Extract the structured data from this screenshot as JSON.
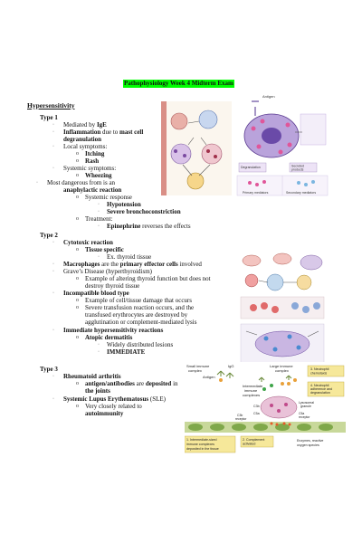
{
  "document": {
    "title": "Pathophysiology Week 4 Midterm Exam",
    "heading": "Hypersensitivity"
  },
  "type1": {
    "label": "Type 1",
    "mediated_pre": "Mediated by ",
    "mediated_b": "IgE",
    "inflammation_b": "Inflammation",
    "inflammation_mid": " due to ",
    "mast_b": "mast cell",
    "degranulation_b": "degranulation",
    "local": "Local symptoms:",
    "itching": "Itching",
    "rash": "Rash",
    "systemic": "Systemic symptoms:",
    "wheezing": "Wheezing",
    "dangerous": "Most dangerous from is an",
    "anaphylactic": "anaphylactic reaction",
    "systemic_response": "Systemic response",
    "hypotension": "Hypotension",
    "bronchoconstriction": "Severe bronchoconstriction",
    "treatment": "Treatment:",
    "epinephrine_b": "Epinephrine",
    "epinephrine_rest": " reverses the effects"
  },
  "type2": {
    "label": "Type 2",
    "cytotoxic": "Cytotoxic reaction",
    "tissue_specific": "Tissue specific",
    "ex_thyroid": "Ex. thyroid tissue",
    "macrophages_b": "Macrophages",
    "macrophages_mid": " are the ",
    "primary_b": "primary effector cells",
    "macrophages_end": " involved",
    "graves": "Grave’s Disease (hyperthyroidism)",
    "graves_ex1": "Example of altering thyroid function but does not",
    "graves_ex2": "destroy thyroid tissue",
    "incompatible": "Incompatible blood type",
    "damage": "Example of cell/tissue damage that occurs",
    "transfusion1": "Severe transfusion reaction occurs, and the",
    "transfusion2": "transfused erythrocytes are destroyed by",
    "transfusion3": "agglutination or complement-mediated lysis",
    "immediate": "Immediate hypersensitivity reactions",
    "atopic": "Atopic dermatitis",
    "widely": "Widely distributed lesions",
    "immediate_caps": "IMMEDIATE"
  },
  "type3": {
    "label": "Type 3",
    "rheumatoid": "Rheumatoid arthritis",
    "antigen_b": "antigen/antibodies",
    "antigen_mid": " are ",
    "deposited_b": "deposited",
    "antigen_end": " in",
    "joints_b": "the joints",
    "sle_b": "Systemic Lupus Erythematosus",
    "sle_rest": " (SLE)",
    "very_closely": "Very closely related to",
    "autoimmunity": "autoimmunity"
  },
  "figures": {
    "fig3_labels": {
      "small_immune": "Small immune",
      "complex": "complex",
      "igg": "IgG",
      "antigen": "Antigen",
      "large_immune": "Large immune",
      "large_complex": "complex",
      "intermediate": "Intermediate",
      "immune": "immune",
      "complexes": "complexes",
      "neutrophil_chemotaxis_1": "3. Neutrophil",
      "neutrophil_chemotaxis_2": "chemotaxis",
      "neutrophil_adherence_1": "4. Neutrophil",
      "neutrophil_adherence_2": "adherence and",
      "neutrophil_adherence_3": "degranulation",
      "lysosomal_1": "Lysosomal",
      "lysosomal_2": "granule",
      "c3b": "C3b",
      "c5a": "C5a",
      "c3b_receptor_1": "C3b",
      "c3b_receptor_2": "receptor",
      "c5a_receptor_1": "C5a",
      "c5a_receptor_2": "receptor",
      "step1_1": "1. Intermediate-sized",
      "step1_2": "immune complexes",
      "step1_3": "deposited in the tissue",
      "step2_1": "2. Complement",
      "step2_2": "activated",
      "enzymes_1": "Enzymes, reactive",
      "enzymes_2": "oxygen species"
    },
    "fig1_labels": {
      "antigen": "Antigen",
      "degranulation": "Degranulation",
      "secreted": "Secreted",
      "products": "products",
      "primary": "Primary mediators",
      "secondary": "Secondary mediators"
    }
  }
}
